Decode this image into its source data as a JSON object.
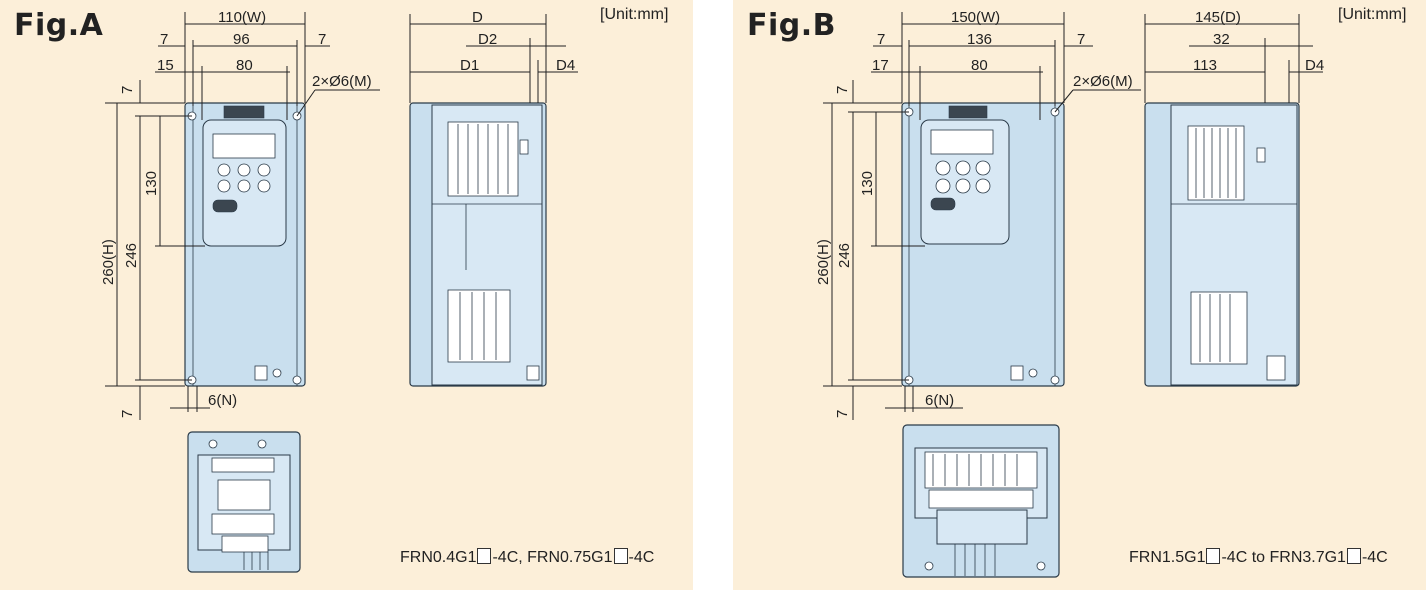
{
  "fig_a": {
    "title": "Fig.A",
    "unit": "[Unit:mm]",
    "dims": {
      "width": "110(W)",
      "inner96": "96",
      "left7": "7",
      "right7": "7",
      "left15": "15",
      "inner80": "80",
      "mount": "2×Ø6(M)",
      "height": "260(H)",
      "h246": "246",
      "h130": "130",
      "top7": "7",
      "bottom7": "7",
      "n6": "6(N)",
      "depth": "D",
      "d2": "D2",
      "d1": "D1",
      "d4": "D4"
    },
    "model_pre": "FRN0.4G1",
    "model_mid": "-4C, FRN0.75G1",
    "model_post": "-4C"
  },
  "fig_b": {
    "title": "Fig.B",
    "unit": "[Unit:mm]",
    "dims": {
      "width": "150(W)",
      "inner136": "136",
      "left7": "7",
      "right7": "7",
      "left17": "17",
      "inner80": "80",
      "mount": "2×Ø6(M)",
      "height": "260(H)",
      "h246": "246",
      "h130": "130",
      "top7": "7",
      "bottom7": "7",
      "n6": "6(N)",
      "depth": "145(D)",
      "d32": "32",
      "d113": "113",
      "d4": "D4"
    },
    "model_pre": "FRN1.5G1",
    "model_mid": "-4C to FRN3.7G1",
    "model_post": "-4C"
  }
}
